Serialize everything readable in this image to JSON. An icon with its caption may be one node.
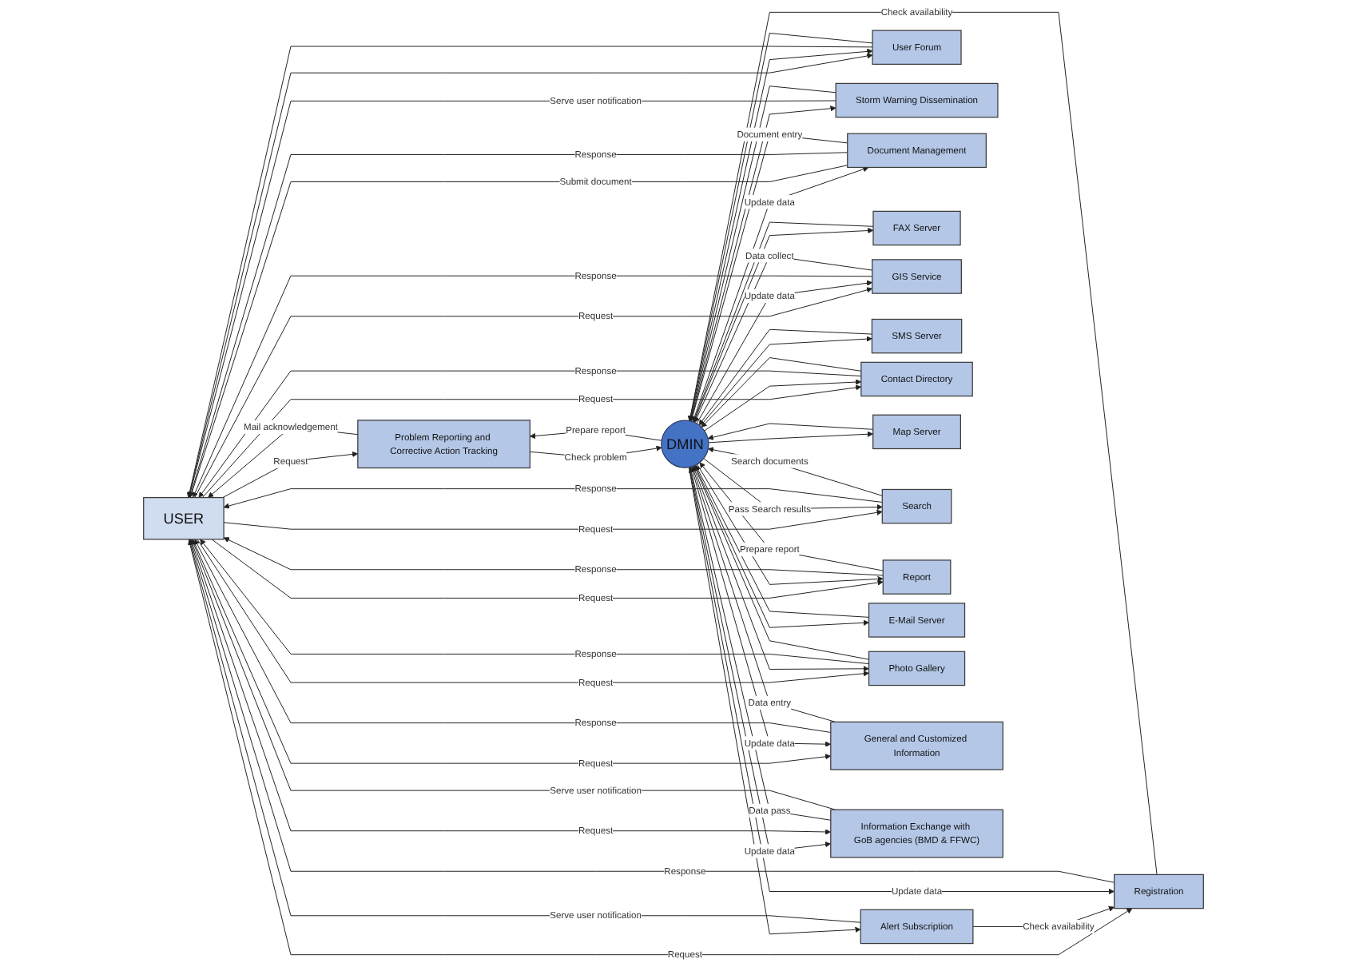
{
  "diagram": {
    "nodes": [
      {
        "text": [
          "USER"
        ]
      },
      {
        "text": [
          "Registration"
        ]
      },
      {
        "text": [
          "Alert Subscription"
        ]
      },
      {
        "text": [
          "Problem Reporting and Corrective Action Tracking"
        ]
      },
      {
        "text": [
          "User Forum"
        ]
      },
      {
        "text": [
          "Storm Warning Dissemination"
        ]
      },
      {
        "text": [
          "Document Management"
        ]
      },
      {
        "text": [
          "DMIN"
        ]
      },
      {
        "text": [
          "FAX Server"
        ]
      },
      {
        "text": [
          "GIS Service"
        ]
      },
      {
        "text": [
          "SMS Server"
        ]
      },
      {
        "text": [
          "Contact Directory"
        ]
      },
      {
        "text": [
          "Map Server"
        ]
      },
      {
        "text": [
          "Search"
        ]
      },
      {
        "text": [
          "Report"
        ]
      },
      {
        "text": [
          "E-Mail Server"
        ]
      },
      {
        "text": [
          "Photo Gallery"
        ]
      },
      {
        "text": [
          "General and Customized Information"
        ]
      },
      {
        "text": [
          "Information Exchange with GoB agencies (BMD & FFWC)"
        ]
      }
    ],
    "edges": [
      {
        "from": 5,
        "to": 0,
        "arrow": "to",
        "label": "Serve user notification"
      },
      {
        "from": 0,
        "to": 3,
        "arrow": "to",
        "label": "Request"
      },
      {
        "from": 3,
        "to": 0,
        "arrow": "to",
        "label": "Mail acknowledgement"
      },
      {
        "from": 2,
        "to": 0,
        "arrow": "to",
        "label": "Serve user notification"
      },
      {
        "from": 0,
        "to": 1,
        "arrow": "to",
        "label": "Request"
      },
      {
        "from": 1,
        "to": 0,
        "arrow": "to",
        "label": "Response"
      },
      {
        "from": 2,
        "to": 1,
        "arrow": "to",
        "label": "Check availability"
      },
      {
        "from": 7,
        "to": 1,
        "arrow": "to",
        "label": "Update data"
      },
      {
        "from": 1,
        "to": 7,
        "arrow": "to",
        "label": "Check availability"
      },
      {
        "from": 7,
        "to": 2,
        "arrow": "to"
      },
      {
        "from": 7,
        "to": 3,
        "arrow": "to",
        "label": "Prepare report"
      },
      {
        "from": 3,
        "to": 7,
        "arrow": "to",
        "label": "Check problem"
      },
      {
        "from": 7,
        "to": 5,
        "arrow": "to"
      },
      {
        "from": 5,
        "to": 7,
        "arrow": "to"
      },
      {
        "from": 0,
        "to": 4,
        "arrow": "to"
      },
      {
        "from": 4,
        "to": 0,
        "arrow": "to"
      },
      {
        "from": 4,
        "to": 7,
        "arrow": "to"
      },
      {
        "from": 7,
        "to": 4,
        "arrow": "to"
      },
      {
        "from": 6,
        "to": 0,
        "arrow": "none",
        "label": "Submit document"
      },
      {
        "from": 6,
        "to": 0,
        "arrow": "to",
        "label": "Response"
      },
      {
        "from": 6,
        "to": 7,
        "arrow": "to",
        "label": "Document entry"
      },
      {
        "from": 7,
        "to": 6,
        "arrow": "to",
        "label": "Update data"
      },
      {
        "from": 0,
        "to": 9,
        "arrow": "to",
        "label": "Request"
      },
      {
        "from": 9,
        "to": 0,
        "arrow": "to",
        "label": "Response"
      },
      {
        "from": 9,
        "to": 7,
        "arrow": "to",
        "label": "Data collect"
      },
      {
        "from": 7,
        "to": 9,
        "arrow": "to",
        "label": "Update data"
      },
      {
        "from": 7,
        "to": 8,
        "arrow": "to"
      },
      {
        "from": 8,
        "to": 7,
        "arrow": "to"
      },
      {
        "from": 7,
        "to": 10,
        "arrow": "to"
      },
      {
        "from": 10,
        "to": 7,
        "arrow": "to"
      },
      {
        "from": 0,
        "to": 11,
        "arrow": "to",
        "label": "Request"
      },
      {
        "from": 11,
        "to": 0,
        "arrow": "to",
        "label": "Response"
      },
      {
        "from": 11,
        "to": 7,
        "arrow": "to"
      },
      {
        "from": 7,
        "to": 11,
        "arrow": "to"
      },
      {
        "from": 7,
        "to": 12,
        "arrow": "to"
      },
      {
        "from": 12,
        "to": 7,
        "arrow": "to"
      },
      {
        "from": 0,
        "to": 13,
        "arrow": "to",
        "label": "Request"
      },
      {
        "from": 13,
        "to": 0,
        "arrow": "to",
        "label": "Response"
      },
      {
        "from": 13,
        "to": 7,
        "arrow": "to",
        "label": "Search documents"
      },
      {
        "from": 7,
        "to": 13,
        "arrow": "to",
        "label": "Pass Search results"
      },
      {
        "from": 0,
        "to": 14,
        "arrow": "to",
        "label": "Request"
      },
      {
        "from": 14,
        "to": 0,
        "arrow": "to",
        "label": "Response"
      },
      {
        "from": 14,
        "to": 7,
        "arrow": "to",
        "label": "Prepare report"
      },
      {
        "from": 7,
        "to": 14,
        "arrow": "to"
      },
      {
        "from": 15,
        "to": 7,
        "arrow": "to"
      },
      {
        "from": 7,
        "to": 15,
        "arrow": "to"
      },
      {
        "from": 0,
        "to": 16,
        "arrow": "to",
        "label": "Request"
      },
      {
        "from": 16,
        "to": 0,
        "arrow": "to",
        "label": "Response"
      },
      {
        "from": 16,
        "to": 7,
        "arrow": "to"
      },
      {
        "from": 7,
        "to": 16,
        "arrow": "to"
      },
      {
        "from": 0,
        "to": 17,
        "arrow": "to",
        "label": "Request"
      },
      {
        "from": 17,
        "to": 0,
        "arrow": "to",
        "label": "Response"
      },
      {
        "from": 17,
        "to": 7,
        "arrow": "to",
        "label": "Data entry"
      },
      {
        "from": 7,
        "to": 17,
        "arrow": "to",
        "label": "Update data"
      },
      {
        "from": 7,
        "to": 18,
        "arrow": "to",
        "label": "Update data"
      },
      {
        "from": 18,
        "to": 7,
        "arrow": "to",
        "label": "Data pass"
      },
      {
        "from": 0,
        "to": 18,
        "arrow": "to",
        "label": "Request"
      },
      {
        "from": 18,
        "to": 0,
        "arrow": "to",
        "label": "Serve user notification"
      }
    ]
  }
}
